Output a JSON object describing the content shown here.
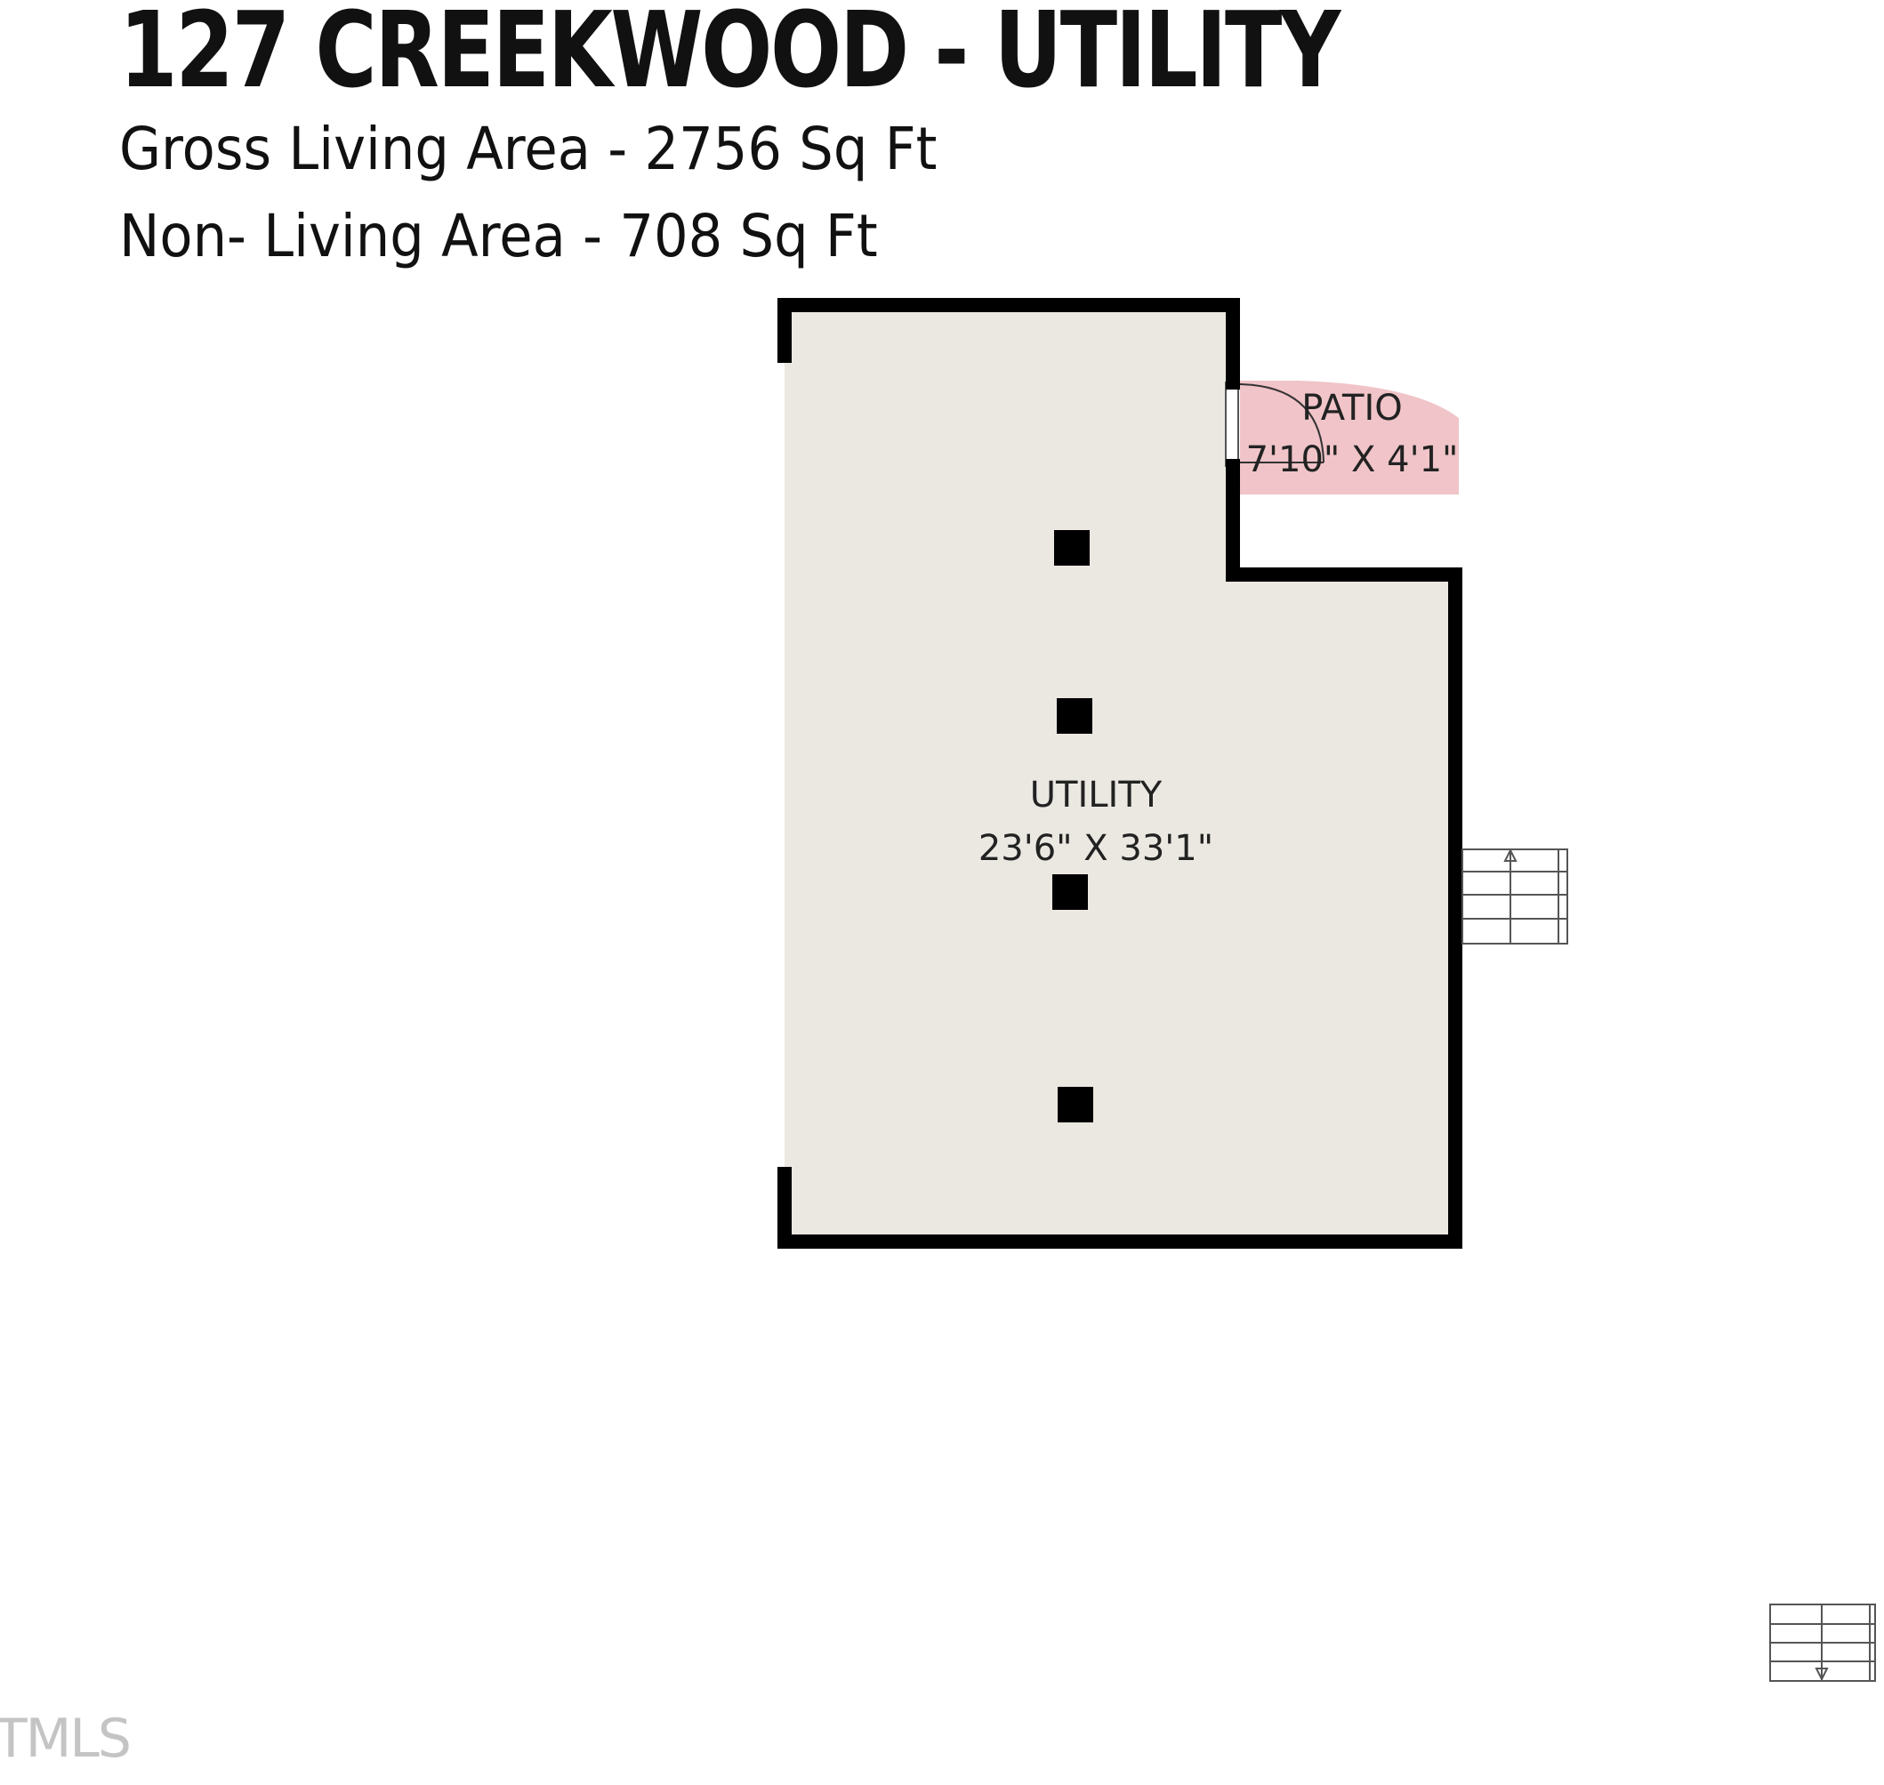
{
  "header": {
    "title": "127 CREEKWOOD - UTILITY",
    "gross_living_area": "Gross Living Area - 2756 Sq Ft",
    "non_living_area": "Non- Living Area - 708 Sq Ft"
  },
  "rooms": {
    "utility": {
      "name": "UTILITY",
      "dimensions": "23'6\" X 33'1\""
    },
    "patio": {
      "name": "PATIO",
      "dimensions": "7'10\" X 4'1\""
    }
  },
  "watermark": "TMLS",
  "colors": {
    "wall": "#000000",
    "floor": "#ebe8e1",
    "patio": "#f0c4c8",
    "text": "#111111"
  }
}
